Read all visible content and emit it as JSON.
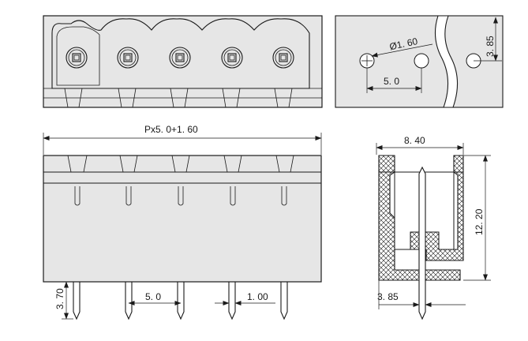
{
  "drawing": {
    "top_view": {
      "pin_positions": 5
    },
    "hole_detail": {
      "hole_diameter": "Ø1. 60",
      "hole_pitch": "5. 0",
      "edge_offset": "3. 85"
    },
    "front_view": {
      "overall_length": "Px5. 0+1. 60",
      "pin_length_below": "3. 70",
      "pin_pitch": "5. 0",
      "pin_width": "1. 00"
    },
    "side_view": {
      "width": "8. 40",
      "height": "12. 20",
      "pin_offset": "3. 85"
    }
  }
}
